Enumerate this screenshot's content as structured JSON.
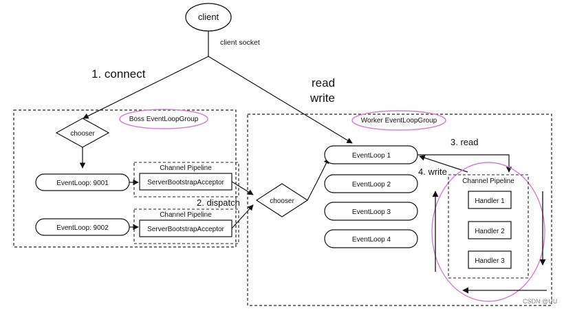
{
  "client": {
    "label": "client",
    "socket_label": "client socket"
  },
  "arrows": {
    "connect": "1. connect",
    "read": "read",
    "write": "write",
    "dispatch": "2. dispatch",
    "read3": "3. read",
    "write4": "4. write"
  },
  "boss": {
    "group_label": "Boss EventLoopGroup",
    "chooser": "chooser",
    "event_loops": [
      "EventLoop: 9001",
      "EventLoop: 9002"
    ],
    "pipelines": [
      {
        "title": "Channel Pipeline",
        "acceptor": "ServerBootstrapAcceptor"
      },
      {
        "title": "Channel Pipeline",
        "acceptor": "ServerBootstrapAcceptor"
      }
    ]
  },
  "center": {
    "chooser": "chooser"
  },
  "worker": {
    "group_label": "Worker EventLoopGroup",
    "event_loops": [
      "EventLoop 1",
      "EventLoop 2",
      "EventLoop 3",
      "EventLoop 4"
    ],
    "pipeline": {
      "title": "Channel Pipeline",
      "handlers": [
        "Handler 1",
        "Handler 2",
        "Handler 3"
      ]
    }
  },
  "watermark": "CSDN @ᑌᑌ",
  "colors": {
    "highlight_ellipse": "#d77ad8",
    "line": "#111111",
    "dashed_border": "#222222"
  }
}
